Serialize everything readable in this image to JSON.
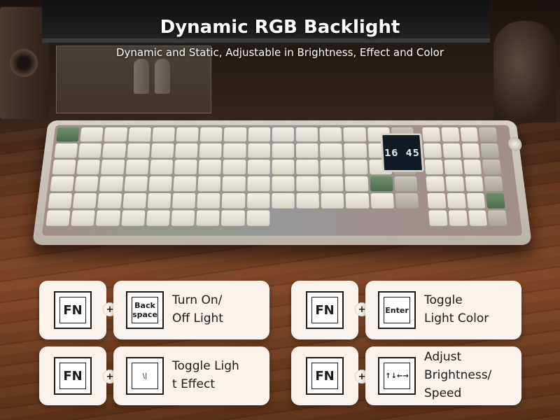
{
  "header": {
    "title": "Dynamic RGB Backlight",
    "subtitle": "Dynamic and Static, Adjustable in Brightness, Effect and Color"
  },
  "keyboard": {
    "screen_time": "16 45"
  },
  "combos": [
    {
      "modifier": "FN",
      "key": "Back space",
      "desc_line1": "Turn On/",
      "desc_line2": "Off Light"
    },
    {
      "modifier": "FN",
      "key": "Enter",
      "desc_line1": "Toggle",
      "desc_line2": "Light Color"
    },
    {
      "modifier": "FN",
      "key": "\\|",
      "desc_line1": "Toggle Ligh",
      "desc_line2": "t Effect"
    },
    {
      "modifier": "FN",
      "key": "↑↓←→",
      "desc_line1": "Adjust",
      "desc_line2": "Brightness/",
      "desc_line3": "Speed"
    }
  ],
  "plus_symbol": "+",
  "colors": {
    "card_bg": "#faf2ec",
    "ink": "#1e1a17",
    "accent_green": "#5b7a58"
  },
  "icons": {
    "plus": "plus-icon"
  }
}
